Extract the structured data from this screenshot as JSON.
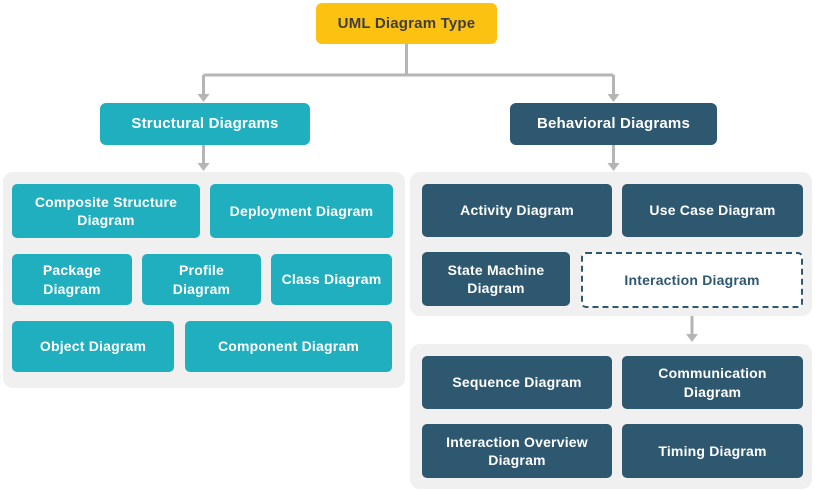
{
  "root": {
    "label": "UML Diagram Type"
  },
  "structural": {
    "header": "Structural Diagrams",
    "items": [
      {
        "label": "Composite Structure Diagram"
      },
      {
        "label": "Deployment Diagram"
      },
      {
        "label": "Package Diagram"
      },
      {
        "label": "Profile Diagram"
      },
      {
        "label": "Class Diagram"
      },
      {
        "label": "Object Diagram"
      },
      {
        "label": "Component Diagram"
      }
    ]
  },
  "behavioral": {
    "header": "Behavioral Diagrams",
    "items": [
      {
        "label": "Activity Diagram"
      },
      {
        "label": "Use Case Diagram"
      },
      {
        "label": "State Machine Diagram"
      },
      {
        "label": "Interaction Diagram"
      }
    ],
    "interaction_items": [
      {
        "label": "Sequence Diagram"
      },
      {
        "label": "Communication Diagram"
      },
      {
        "label": "Interaction Overview Diagram"
      },
      {
        "label": "Timing Diagram"
      }
    ]
  },
  "colors": {
    "root_fill": "#fcc211",
    "structural_fill": "#20afbe",
    "behavioral_fill": "#2e5870",
    "panel_fill": "#f0f0f0",
    "connector": "#b5b5b5",
    "root_text": "#3e3e3e",
    "node_text": "#ffffff"
  }
}
